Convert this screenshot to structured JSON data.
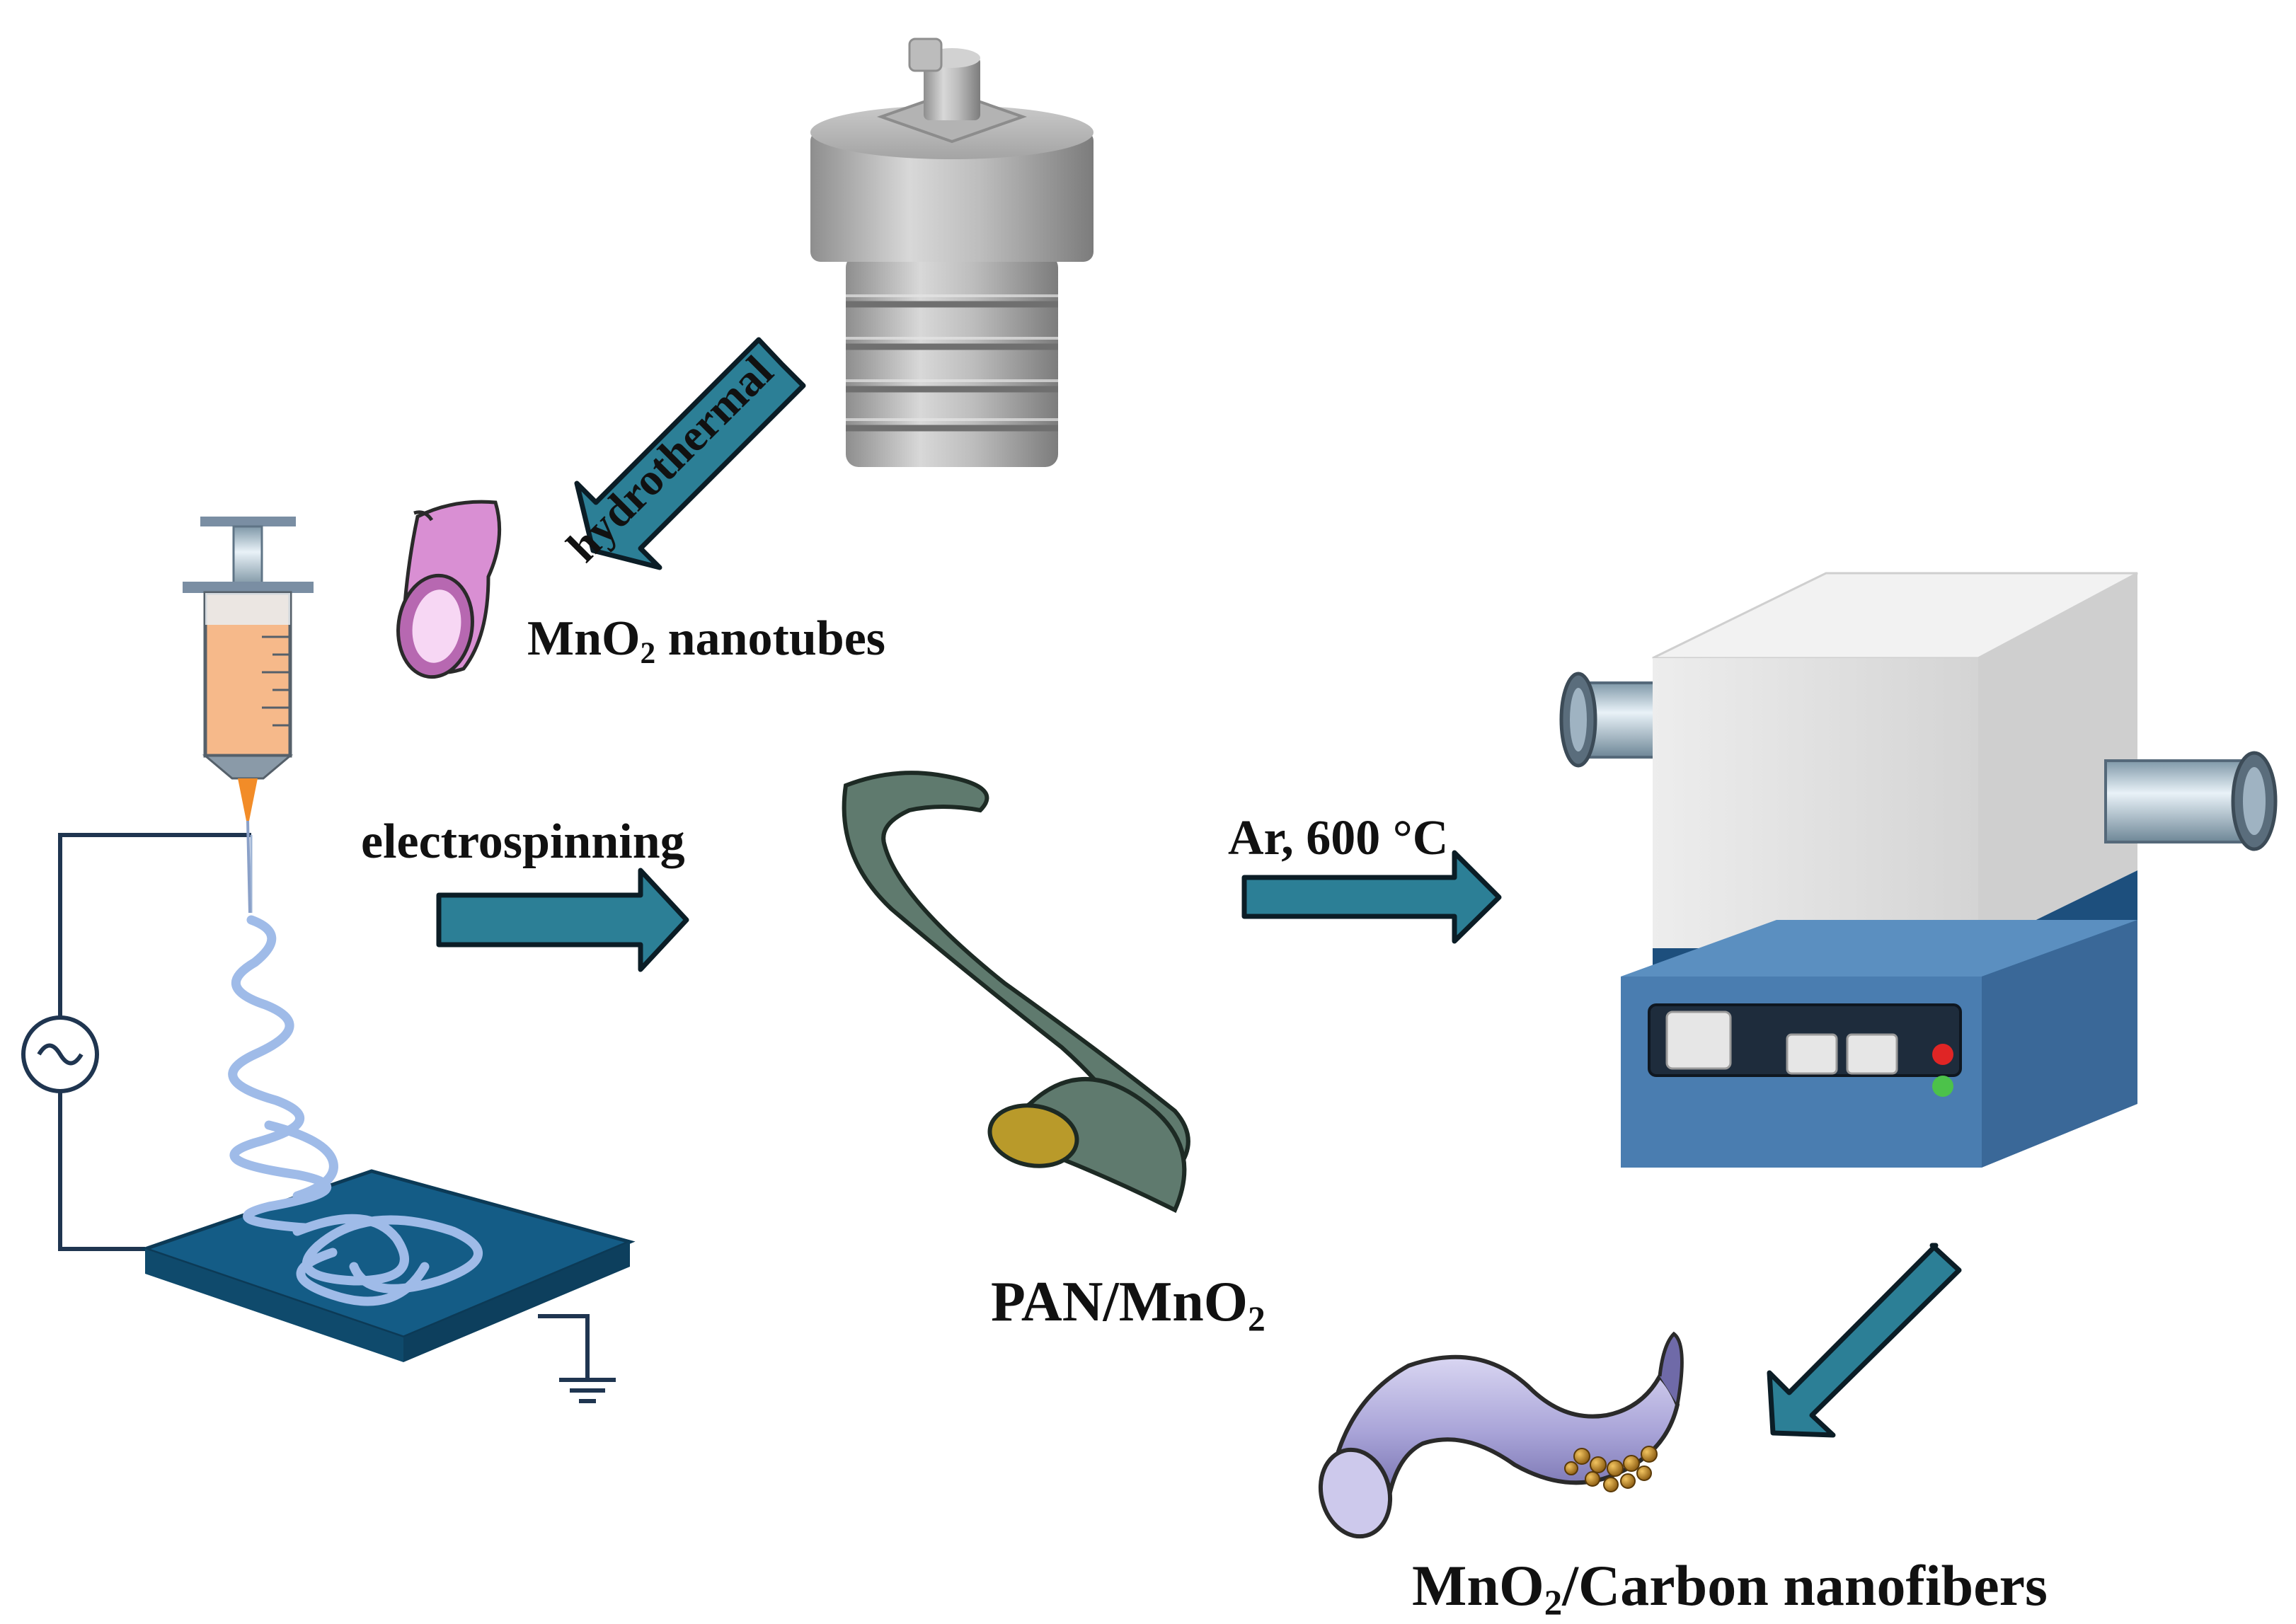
{
  "labels": {
    "hydrothermal": "hydrothermal",
    "mno2_nanotubes_prefix": "MnO",
    "mno2_nanotubes_sub": "2",
    "mno2_nanotubes_suffix": " nanotubes",
    "electrospinning": "electrospinning",
    "pan_prefix": "PAN/MnO",
    "pan_sub": "2",
    "ar_condition": "Ar, 600 °C",
    "final_prefix": "MnO",
    "final_sub": "2",
    "final_suffix": "/Carbon nanofibers"
  },
  "icons": [
    "autoclave-icon",
    "syringe-icon",
    "collector-plate-icon",
    "ac-source-icon",
    "ground-icon",
    "tube-furnace-icon",
    "nanotube-icon",
    "fiber-icon",
    "carbon-nanofiber-icon"
  ],
  "colors": {
    "arrow_fill": "#2c7f96",
    "arrow_stroke": "#0b1d26",
    "nanotube": "#d98fd3",
    "pan_fiber": "#5f7a6e",
    "pan_core": "#b99a2a",
    "carbon_fiber": "#b7b3e0",
    "particles": "#b8862a",
    "collector": "#145c86",
    "furnace_body": "#e2e2e2",
    "furnace_base": "#4a7db0",
    "solution": "#f6b98a"
  }
}
